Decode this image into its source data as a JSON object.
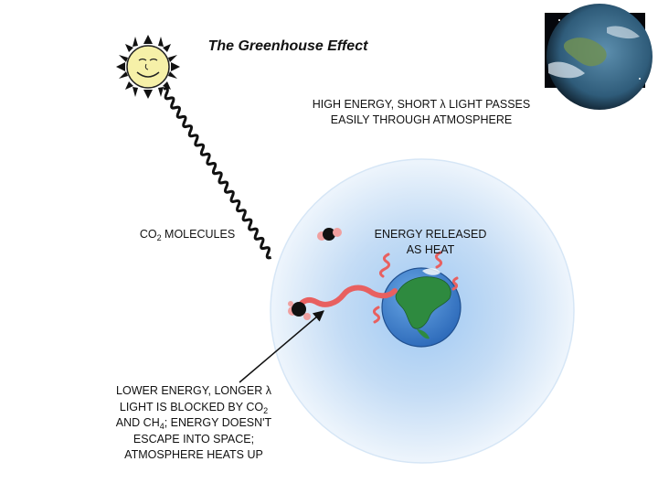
{
  "title": "The Greenhouse Effect",
  "labels": {
    "high_energy": {
      "line1": [
        "HIGH ENERGY, SHORT ",
        "λ",
        " LIGHT PASSES"
      ],
      "line2": "EASILY THROUGH ATMOSPHERE"
    },
    "co2_molecules": {
      "prefix": "CO",
      "sub": "2",
      "suffix": " MOLECULES"
    },
    "energy_released": {
      "line1": "ENERGY RELEASED",
      "line2": "AS HEAT"
    },
    "lower_energy": {
      "line1": [
        "LOWER ENERGY, LONGER ",
        "λ"
      ],
      "line2": [
        "LIGHT IS BLOCKED BY CO",
        "2"
      ],
      "line3": [
        "AND CH",
        "4",
        "; ENERGY DOESN'T"
      ],
      "line4": "ESCAPE INTO SPACE;",
      "line5": "ATMOSPHERE HEATS UP"
    }
  },
  "colors": {
    "sun_face": "#f6f0a8",
    "sun_rays": "#111111",
    "atmosphere_edge": "#dbe9f8",
    "atmosphere_center": "#a9cff5",
    "ocean": "#3c7fcf",
    "land": "#2e8a3f",
    "heat_wave": "#e86060",
    "light_wave": "#111111",
    "space": "#05070c"
  },
  "icons": {
    "sun": "smiling-sun-icon",
    "earth_photo": "earth-from-space-icon",
    "molecule": "co2-molecule-icon"
  }
}
